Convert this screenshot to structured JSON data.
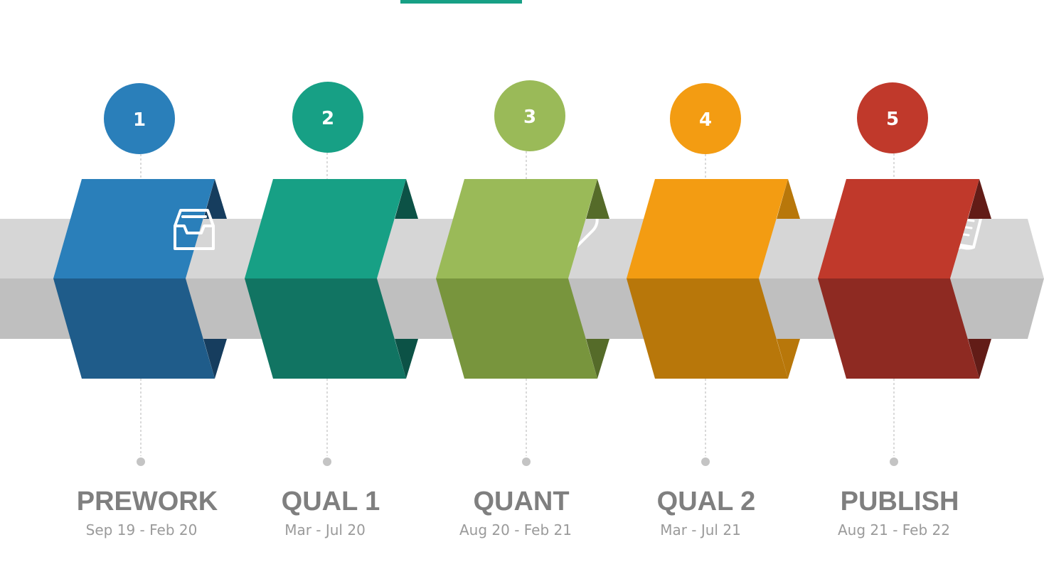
{
  "colors": {
    "band_top": "#d6d6d6",
    "band_bottom": "#bfbfbf",
    "text_title": "#7f7f7f",
    "text_date": "#9a9a9a",
    "top_accent": "#17a085"
  },
  "phases": [
    {
      "number": "1",
      "title": "PREWORK",
      "dates": "Sep 19 - Feb 20",
      "icon": "inbox-tray-icon",
      "color": "#2a7fba",
      "dark": "#1f5c8a",
      "side": "#163d5e"
    },
    {
      "number": "2",
      "title": "QUAL 1",
      "dates": "Mar - Jul 20",
      "icon": "heart-icon",
      "color": "#17a085",
      "dark": "#117462",
      "side": "#0c5246"
    },
    {
      "number": "3",
      "title": "QUANT",
      "dates": "Aug 20 - Feb 21",
      "icon": "document-scroll-icon",
      "color": "#9aba58",
      "dark": "#78953d",
      "side": "#556b29"
    },
    {
      "number": "4",
      "title": "QUAL 2",
      "dates": "Mar - Jul 21",
      "icon": "heart-icon",
      "color": "#f39c12",
      "dark": "#b8770a",
      "side": "#b8770a"
    },
    {
      "number": "5",
      "title": "PUBLISH",
      "dates": "Aug 21 - Feb 22",
      "icon": "pencil-icon",
      "color": "#c0392b",
      "dark": "#8e2a22",
      "side": "#621c17"
    }
  ]
}
